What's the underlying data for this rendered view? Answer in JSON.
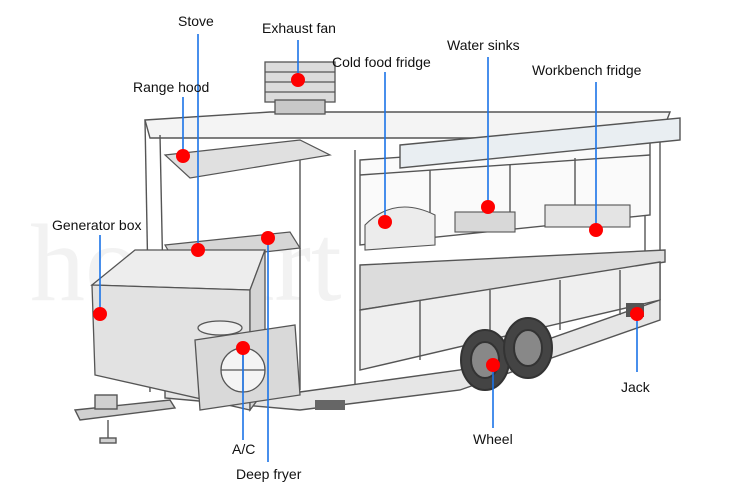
{
  "diagram": {
    "labels": {
      "stove": "Stove",
      "exhaust_fan": "Exhaust fan",
      "cold_food_fridge": "Cold food fridge",
      "water_sinks": "Water sinks",
      "range_hood": "Range hood",
      "workbench_fridge": "Workbench fridge",
      "generator_box": "Generator box",
      "jack": "Jack",
      "ac": "A/C",
      "wheel": "Wheel",
      "deep_fryer": "Deep fryer"
    },
    "marker_color": "#ff0000",
    "line_color": "#1a73e8",
    "watermark": "homart"
  }
}
